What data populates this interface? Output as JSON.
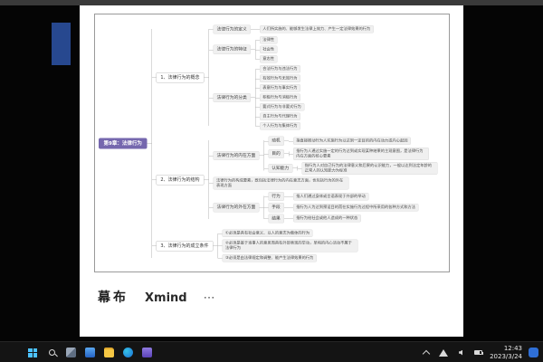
{
  "document": {
    "footer": {
      "mubu": "幕布",
      "xmind": "Xmind",
      "more": "⋯"
    }
  },
  "mindmap": {
    "colors": {
      "root_bg": "#7567ae",
      "root_text": "#ffffff",
      "line": "#b5b5b5",
      "branch_bg": "#ffffff",
      "branch_border": "#bfbfbf",
      "leaf_bg": "#f0f0f0",
      "leaf_border": "#dcdcdc"
    },
    "root": {
      "label": "第9章：法律行为"
    },
    "branches": [
      {
        "label": "1、法律行为的概念",
        "children": [
          {
            "label": "法律行为的定义",
            "children": [
              {
                "label": "人们所实施的、能够发生法律上效力、产生一定法律效果的行为"
              }
            ]
          },
          {
            "label": "法律行为的特征",
            "children": [
              {
                "label": "法律性"
              },
              {
                "label": "社会性"
              },
              {
                "label": "意志性"
              }
            ]
          },
          {
            "label": "法律行为的分类",
            "children": [
              {
                "label": "合法行为与违法行为"
              },
              {
                "label": "有效行为与无效行为"
              },
              {
                "label": "表意行为与事实行为"
              },
              {
                "label": "积极行为与消极行为"
              },
              {
                "label": "要式行为与非要式行为"
              },
              {
                "label": "自主行为与代理行为"
              },
              {
                "label": "个人行为与集体行为"
              }
            ]
          }
        ]
      },
      {
        "label": "2、法律行为的结构",
        "children": [
          {
            "label": "法律行为的内在方面",
            "children": [
              {
                "label": "动机",
                "children": [
                  {
                    "label": "指直接推动行为人实施行为以达到一定目的的内在动力或内心起因"
                  }
                ]
              },
              {
                "label": "目的",
                "children": [
                  {
                    "label": "指行为人通过实施一定的行为达到或实现某种结果的主观意图，是法律行为内在方面的核心要素"
                  }
                ]
              },
              {
                "label": "认知能力",
                "children": [
                  {
                    "label": "指行为人对自己行为的法律意义和后果的认识能力，一般以达到法定年龄的正常人的认知能力为标准"
                  }
                ]
              }
            ]
          },
          {
            "label": "法律行为的构成要素，既包括法律行为的内在意志方面，也包括行为的外在表现方面"
          },
          {
            "label": "法律行为的外在方面",
            "children": [
              {
                "label": "行为",
                "children": [
                  {
                    "label": "指人们通过身体或言语表现于外部的举动"
                  }
                ]
              },
              {
                "label": "手段",
                "children": [
                  {
                    "label": "指行为人为达到预设目的而在实施行为过程中所采用的各种方式和方法"
                  }
                ]
              },
              {
                "label": "结果",
                "children": [
                  {
                    "label": "指行为给社会或他人造成的一种状态"
                  }
                ]
              }
            ]
          }
        ]
      },
      {
        "label": "3、法律行为的成立条件",
        "children": [
          {
            "label": "①必须是具有社会意义、以人的意志为载体的行为"
          },
          {
            "label": "②必须是基于当事人的意思而具有外部表现的举动，单纯的内心活动不属于法律行为"
          },
          {
            "label": "③必须是由法律规定和调整、能产生法律效果的行为"
          }
        ]
      }
    ]
  },
  "taskbar": {
    "accent": "#4cc2ff",
    "time": "12:43",
    "date": "2023/3/24",
    "icons": [
      "start",
      "search",
      "task-view",
      "widgets",
      "file-explorer",
      "edge-browser",
      "generic-app"
    ],
    "tray_icons": [
      "hidden-icons-chevron",
      "network",
      "volume",
      "battery",
      "notification"
    ]
  }
}
